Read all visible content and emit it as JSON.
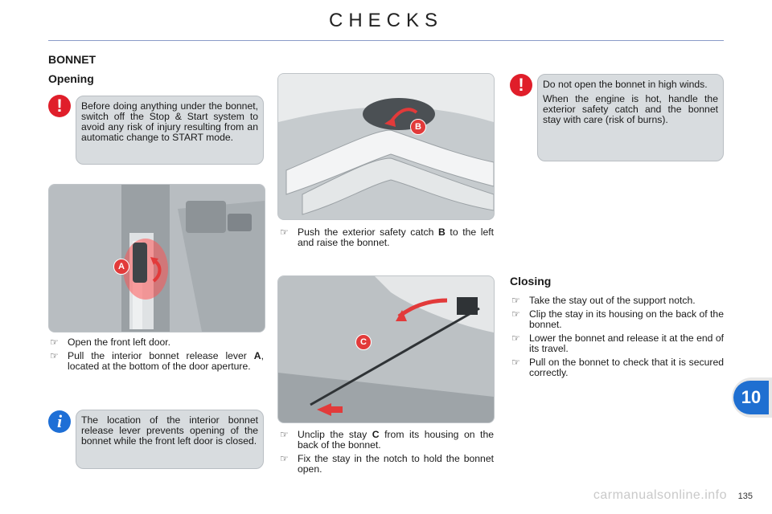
{
  "header": {
    "title": "CHECKS"
  },
  "section": {
    "title": "BONNET",
    "opening": "Opening",
    "closing": "Closing"
  },
  "warning_start": "Before doing anything under the bonnet, switch off the Stop & Start system to avoid any risk of injury resulting from an automatic change to START mode.",
  "warning_wind": [
    "Do not open the bonnet in high winds.",
    "When the engine is hot, handle the exterior safety catch and the bonnet stay with care (risk of burns)."
  ],
  "info_lever": "The location of the interior bonnet release lever prevents opening of the bonnet while the front left door is closed.",
  "bullet_marker": "☞",
  "opening_steps_1": [
    "Open the front left door.",
    {
      "pre": "Pull the interior bonnet release lever ",
      "bold": "A",
      "post": ", located at the bottom of the door aperture."
    }
  ],
  "opening_steps_2": [
    {
      "pre": "Push the exterior safety catch ",
      "bold": "B",
      "post": " to the left and raise the bonnet."
    }
  ],
  "opening_steps_3": [
    {
      "pre": "Unclip the stay ",
      "bold": "C",
      "post": " from its housing on the back of the bonnet."
    },
    "Fix the stay in the notch to hold the bonnet open."
  ],
  "closing_steps": [
    "Take the stay out of the support notch.",
    "Clip the stay in its housing on the back of the bonnet.",
    "Lower the bonnet and release it at the end of its travel.",
    "Pull on the bonnet to check that it is secured correctly."
  ],
  "callouts": {
    "a": "A",
    "b": "B",
    "c": "C"
  },
  "warning_symbol": "!",
  "info_symbol": "i",
  "chapter": "10",
  "page_number": "135",
  "watermark": "carmanualsonline.info",
  "colors": {
    "warning": "#e01e2a",
    "info": "#1e6fd6",
    "chapter": "#1f6fd1",
    "callout": "#e23a3a"
  }
}
